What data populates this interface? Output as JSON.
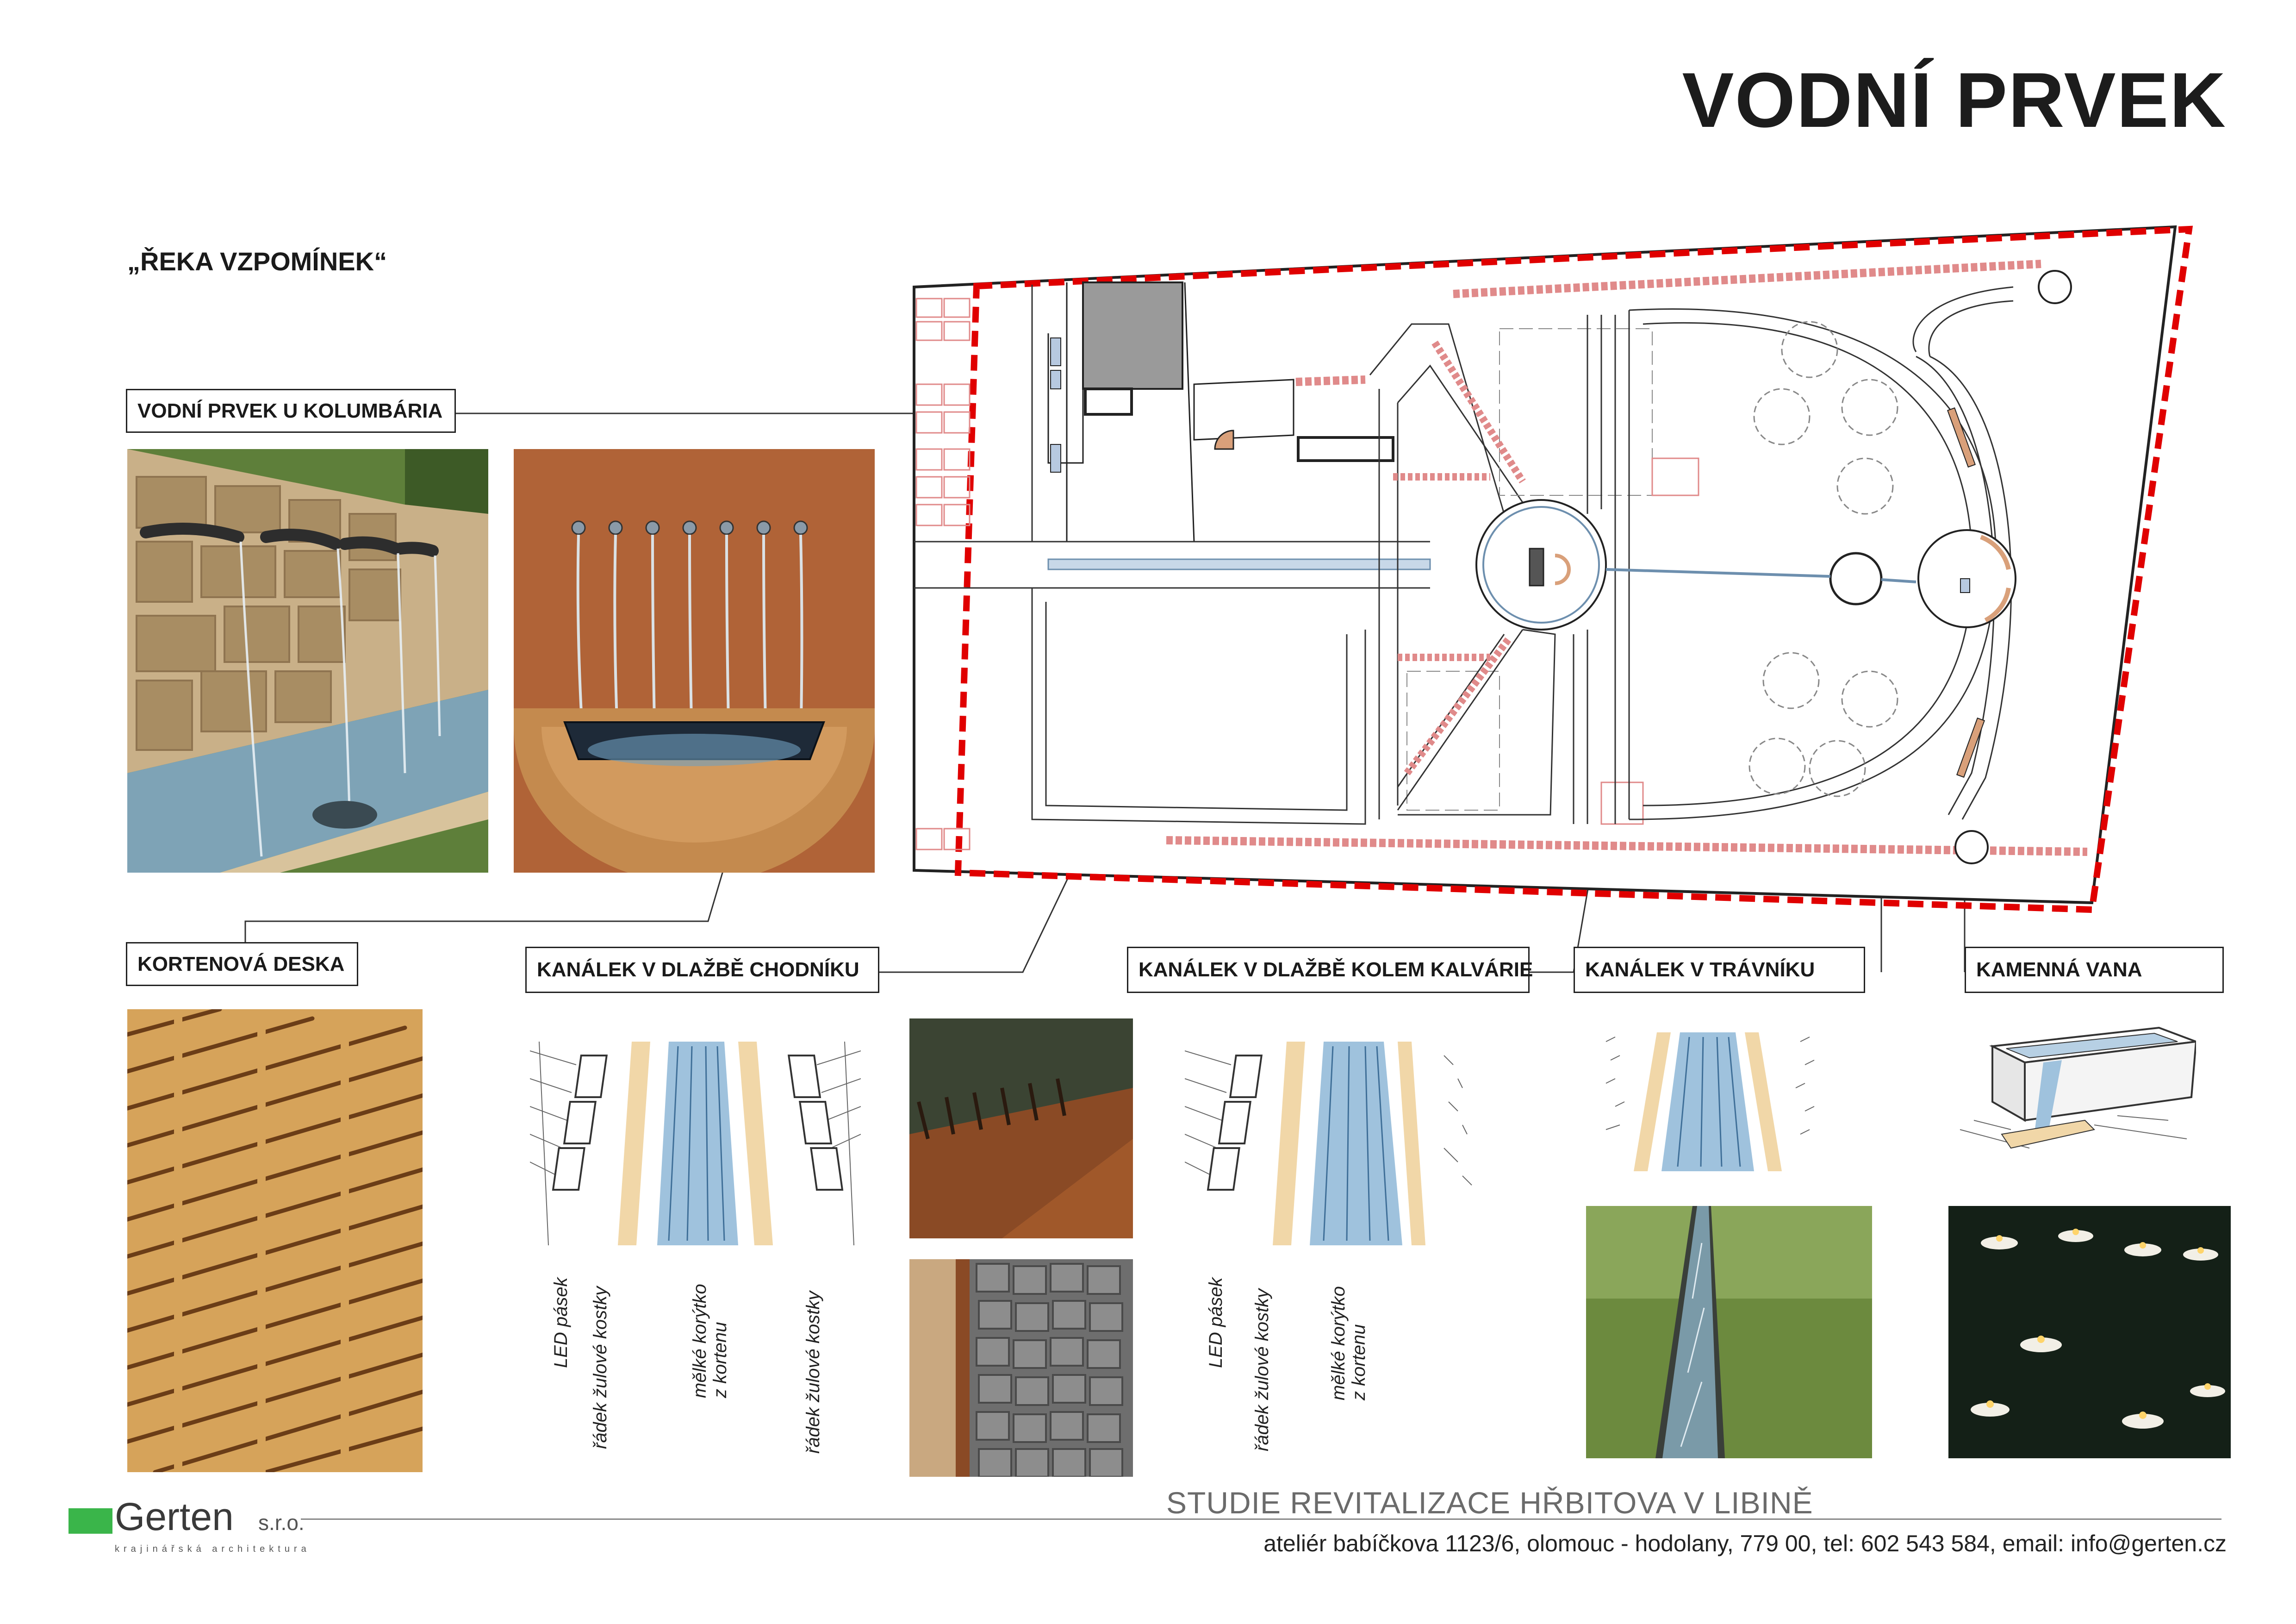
{
  "page": {
    "title": "VODNÍ PRVEK",
    "subtitle": "„ŘEKA VZPOMÍNEK“"
  },
  "labels": {
    "kolumbarium": "VODNÍ PRVEK U KOLUMBÁRIA",
    "kortenova_deska": "KORTENOVÁ DESKA",
    "kanalek_chodnik": "KANÁLEK V DLAŽBĚ CHODNÍKU",
    "kanalek_kalvarie": "KANÁLEK V DLAŽBĚ KOLEM KALVÁRIE",
    "kanalek_travnik": "KANÁLEK V TRÁVNÍKU",
    "kamenna_vana": "KAMENNÁ VANA"
  },
  "section_labels_1": {
    "led": "LED pásek",
    "radek1": "řádek žulové kostky",
    "korytko": "mělké korýtko\nz kortenu",
    "radek2": "řádek žulové kostky"
  },
  "section_labels_2": {
    "led": "LED pásek",
    "radek": "řádek žulové kostky",
    "korytko": "mělké korýtko\nz kortenu"
  },
  "footer": {
    "studio": "STUDIE REVITALIZACE HŘBITOVA V LIBINĚ",
    "address": "ateliér babíčkova 1123/6, olomouc - hodolany, 779 00, tel: 602 543 584, email: info@gerten.cz",
    "logo_name": "Gerten",
    "logo_suffix": "s.r.o.",
    "logo_tagline": "krajinářská architektura"
  },
  "colors": {
    "accent_red": "#e00000",
    "corten": "#b5642c",
    "water_blue": "#7fa6c6",
    "logo_green": "#3ab54a"
  }
}
